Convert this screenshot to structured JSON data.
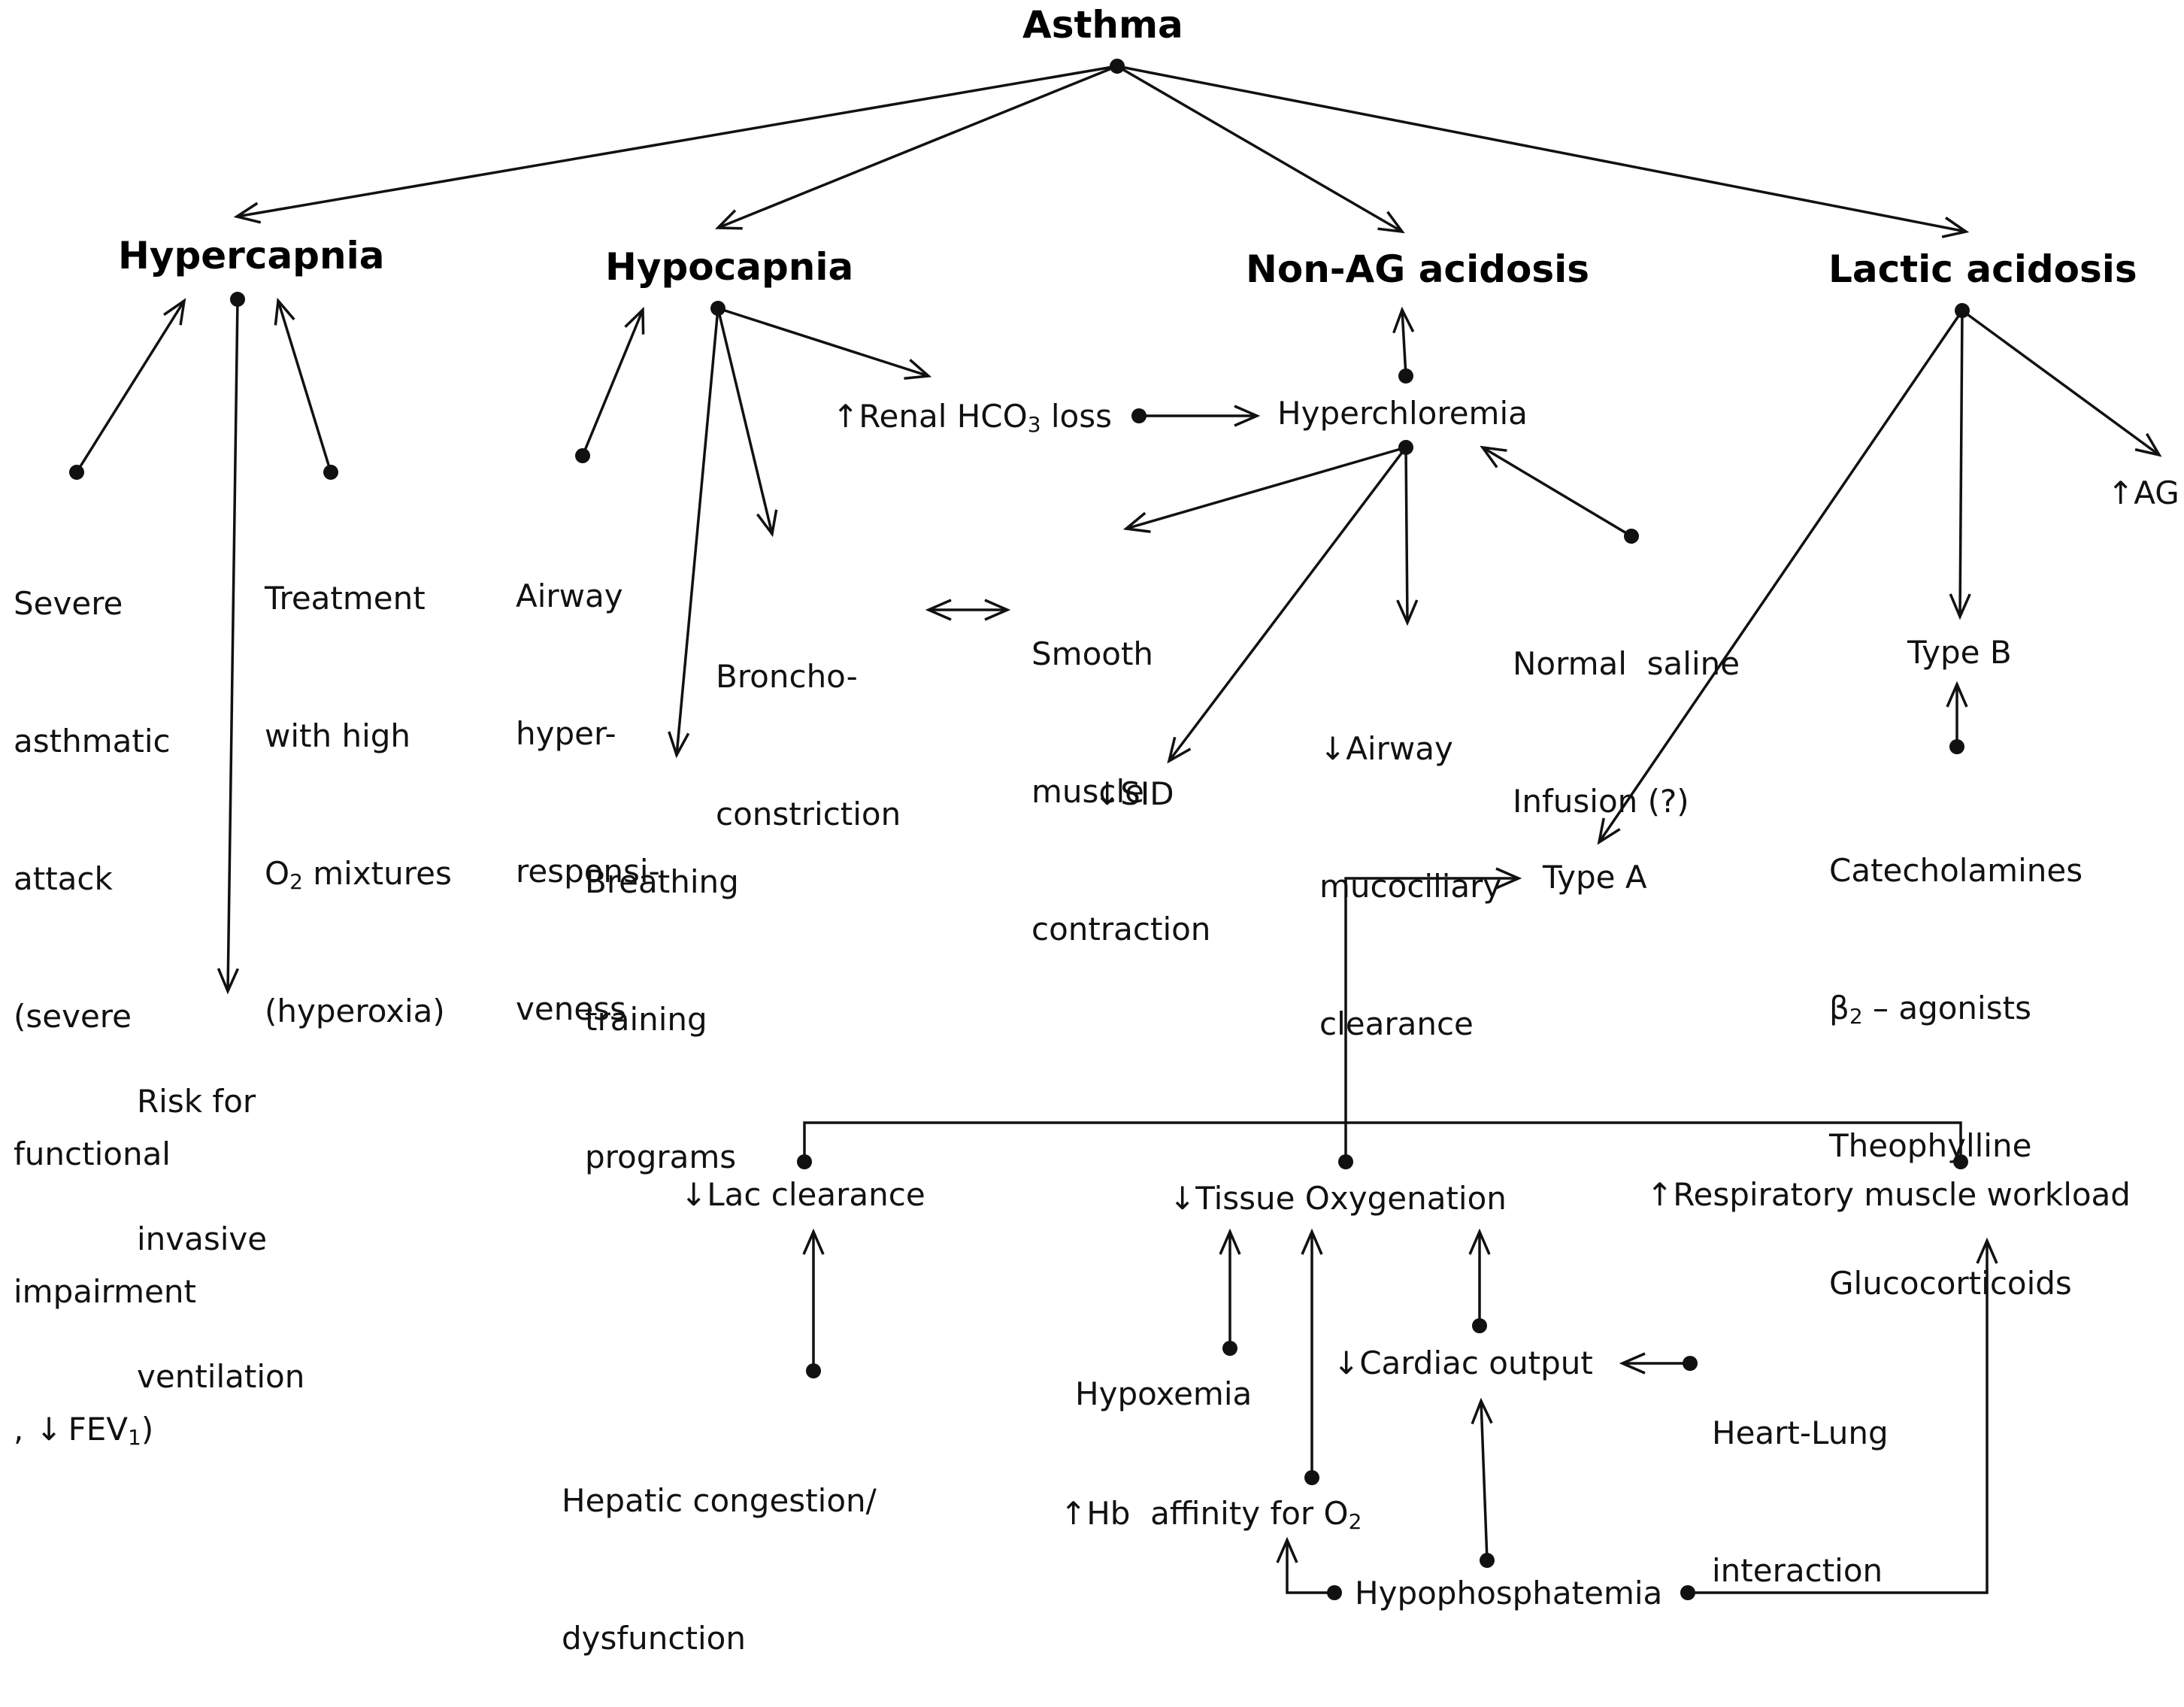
{
  "title": "Asthma",
  "branches": {
    "hypercapnia": "Hypercapnia",
    "hypocapnia": "Hypocapnia",
    "non_ag_acidosis": "Non-AG acidosis",
    "lactic_acidosis": "Lactic acidosis"
  },
  "hypercapnia": {
    "severe_attack": [
      "Severe",
      "asthmatic",
      "attack",
      "(severe",
      "functional",
      "impairment"
    ],
    "fev_comma": ",",
    "fev_arrow": "↓",
    "fev": "FEV",
    "fev_sub": "1",
    "fev_close": ")",
    "treatment_1": "Treatment",
    "treatment_2": "with high",
    "treatment_3_o": "O",
    "treatment_3_sub": "2",
    "treatment_3_rest": " mixtures",
    "treatment_4": "(hyperoxia)",
    "risk": [
      "Risk for",
      "invasive",
      "ventilation"
    ]
  },
  "hypocapnia": {
    "airway": [
      "Airway",
      "hyper-",
      "responsi-",
      "veness"
    ],
    "bronchoconstriction": [
      "Broncho-",
      "constriction"
    ],
    "breathing": [
      "Breathing",
      "training",
      "programs"
    ],
    "renal_arrow": "↑",
    "renal_text": "Renal HCO",
    "renal_sub": "3",
    "renal_rest": " loss"
  },
  "non_ag": {
    "hyperchloremia": "Hyperchloremia",
    "smooth_muscle": [
      "Smooth",
      "muscle",
      "contraction"
    ],
    "airway_clearance_arrow": "↓",
    "airway_clearance": [
      "Airway",
      "mucociliary",
      "clearance"
    ],
    "saline": [
      "Normal  saline",
      "Infusion (?)"
    ],
    "sid_arrow": "↓",
    "sid": "SID"
  },
  "lactic": {
    "ag_arrow": "↑",
    "ag": "AG",
    "type_b": "Type B",
    "type_a": "Type A",
    "cat_1": "Catecholamines",
    "cat_2_beta": "β",
    "cat_2_sub": "2",
    "cat_2_rest": " – agonists",
    "cat_3": "Theophylline",
    "cat_4": "Glucocorticoids"
  },
  "type_a_causes": {
    "lac_arrow": "↓",
    "lac": "Lac clearance",
    "tissue_arrow": "↓",
    "tissue": "Tissue Oxygenation",
    "resp_arrow": "↑",
    "resp": "Respiratory muscle workload",
    "hepatic": [
      "Hepatic congestion/",
      "dysfunction"
    ],
    "hypoxemia": "Hypoxemia",
    "cardiac_arrow": "↓",
    "cardiac": "Cardiac output",
    "heart_lung": [
      "Heart-Lung",
      "interaction"
    ],
    "hb_arrow": "↑",
    "hb": "Hb  affinity for O",
    "hb_sub": "2",
    "hypophosphatemia": "Hypophosphatemia"
  },
  "colors": {
    "line": "#111111",
    "text": "#111111",
    "background": "#ffffff"
  }
}
